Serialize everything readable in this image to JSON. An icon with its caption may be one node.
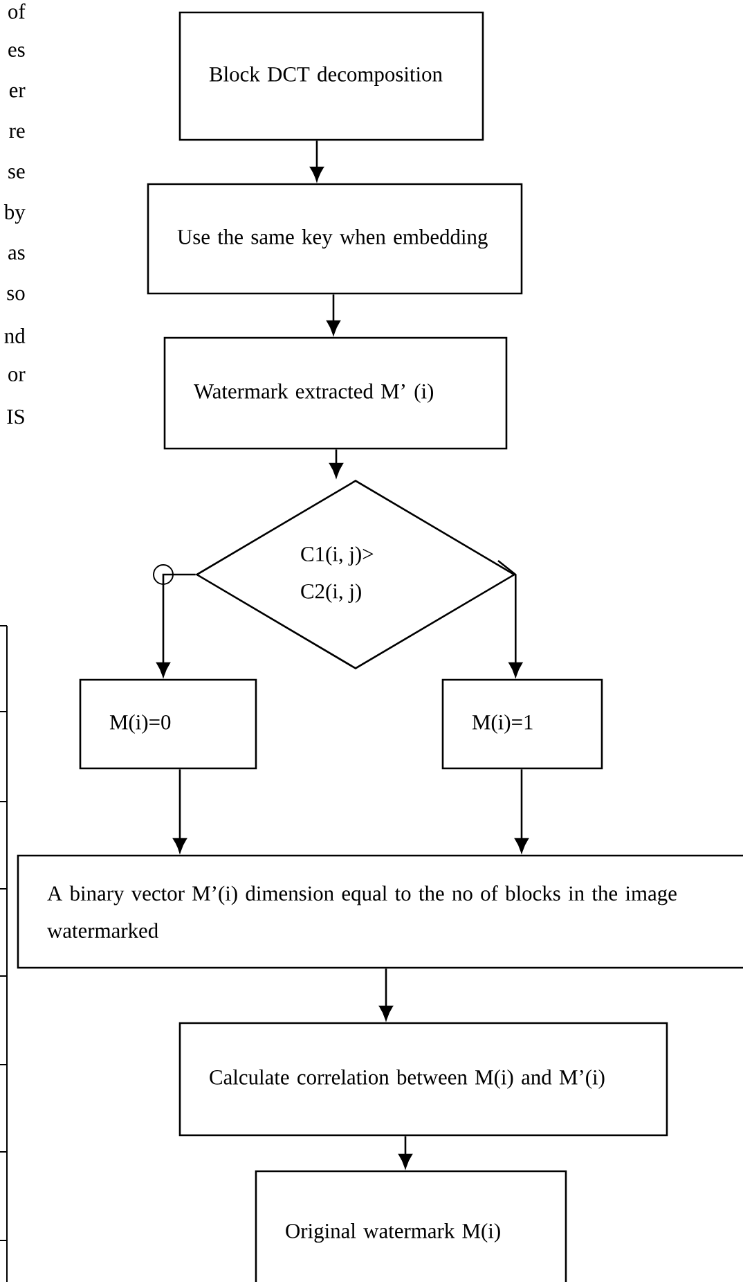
{
  "diagram": {
    "nodes": [
      {
        "text": [
          "Block DCT decomposition"
        ]
      },
      {
        "text": [
          "Use the same key when embedding"
        ]
      },
      {
        "text": [
          "Watermark extracted M’ (i)"
        ]
      },
      {
        "text": [
          "C1(i, j)> C2(i, j)"
        ]
      },
      {
        "text": [
          "M(i)=0"
        ]
      },
      {
        "text": [
          "M(i)=1"
        ]
      },
      {
        "text": [
          "A binary vector M’(i) dimension equal to the no of blocks in the image watermarked"
        ]
      },
      {
        "text": [
          "Calculate correlation between M(i) and M’(i)"
        ]
      },
      {
        "text": [
          "Original watermark M(i)"
        ]
      }
    ],
    "edges": [
      {
        "from": 0,
        "to": 1,
        "arrow": "to"
      },
      {
        "from": 1,
        "to": 2,
        "arrow": "to"
      },
      {
        "from": 2,
        "to": 3,
        "arrow": "to"
      },
      {
        "from": 3,
        "to": 4,
        "arrow": "to"
      },
      {
        "from": 3,
        "to": 5,
        "arrow": "to"
      },
      {
        "from": 4,
        "to": 6,
        "arrow": "to"
      },
      {
        "from": 5,
        "to": 6,
        "arrow": "to"
      },
      {
        "from": 6,
        "to": 7,
        "arrow": "to"
      },
      {
        "from": 7,
        "to": 8,
        "arrow": "to"
      }
    ],
    "labels": [
      "of",
      "es",
      "er",
      "re",
      "se",
      "by",
      "as",
      "so",
      "nd",
      "or",
      "IS"
    ]
  }
}
